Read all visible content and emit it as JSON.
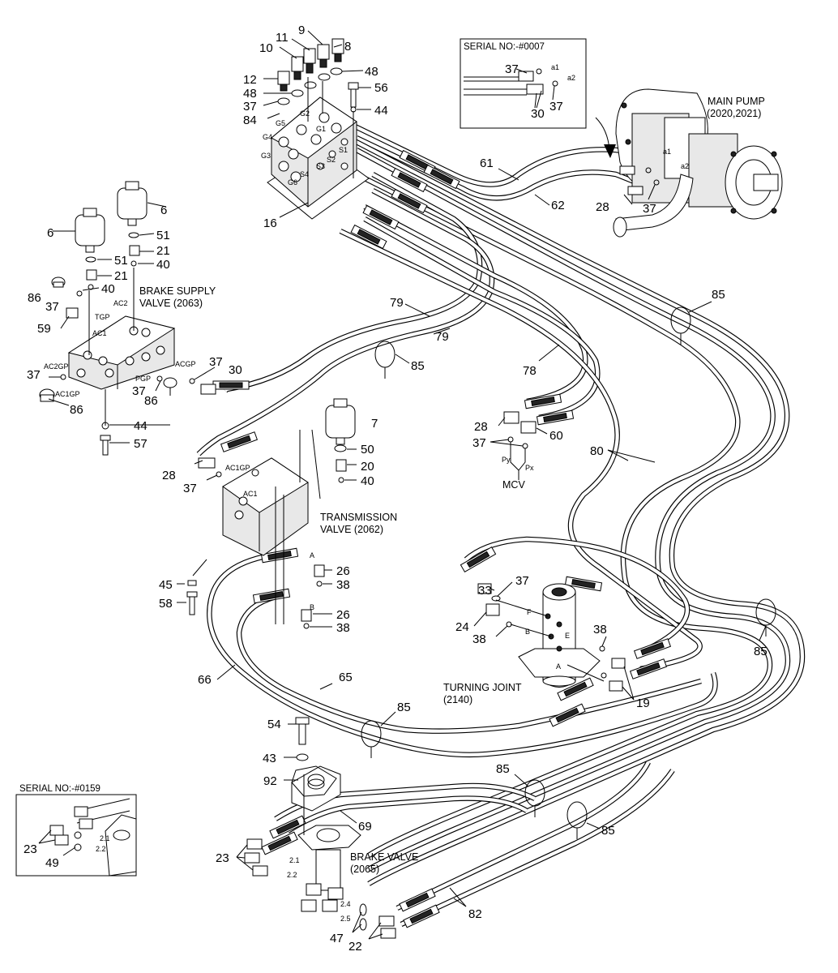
{
  "callouts": {
    "c6a": "6",
    "c6b": "6",
    "c7": "7",
    "c8": "8",
    "c9": "9",
    "c10": "10",
    "c11": "11",
    "c12": "12",
    "c16": "16",
    "c19": "19",
    "c20": "20",
    "c21a": "21",
    "c21b": "21",
    "c22": "22",
    "c23a": "23",
    "c23b": "23",
    "c24": "24",
    "c26a": "26",
    "c26b": "26",
    "c28a": "28",
    "c28b": "28",
    "c28c": "28",
    "c30a": "30",
    "c30b": "30",
    "c33": "33",
    "c37a": "37",
    "c37b": "37",
    "c37c": "37",
    "c37d": "37",
    "c37e": "37",
    "c37f": "37",
    "c37g": "37",
    "c37h": "37",
    "c37i": "37",
    "c37j": "37",
    "c37k": "37",
    "c38a": "38",
    "c38b": "38",
    "c38c": "38",
    "c38d": "38",
    "c40a": "40",
    "c40b": "40",
    "c40c": "40",
    "c43": "43",
    "c44a": "44",
    "c44b": "44",
    "c45": "45",
    "c47": "47",
    "c48a": "48",
    "c48b": "48",
    "c49": "49",
    "c50": "50",
    "c51a": "51",
    "c51b": "51",
    "c54": "54",
    "c56": "56",
    "c57": "57",
    "c58": "58",
    "c59": "59",
    "c60": "60",
    "c61": "61",
    "c62": "62",
    "c65": "65",
    "c66": "66",
    "c69": "69",
    "c78": "78",
    "c79a": "79",
    "c79b": "79",
    "c80": "80",
    "c82": "82",
    "c84": "84",
    "c85a": "85",
    "c85b": "85",
    "c85c": "85",
    "c85d": "85",
    "c85e": "85",
    "c85f": "85",
    "c86a": "86",
    "c86b": "86",
    "c86c": "86",
    "c92": "92"
  },
  "labels": {
    "main_pump_l1": "MAIN PUMP",
    "main_pump_l2": "(2020,2021)",
    "brake_supply_l1": "BRAKE SUPPLY",
    "brake_supply_l2": "VALVE (2063)",
    "transmission_l1": "TRANSMISSION",
    "transmission_l2": "VALVE (2062)",
    "turning_joint_l1": "TURNING JOINT",
    "turning_joint_l2": "(2140)",
    "brake_valve_l1": "BRAKE VALVE",
    "brake_valve_l2": "(2065)",
    "mcv": "MCV",
    "serial_top": "SERIAL NO:-#0007",
    "serial_bottom": "SERIAL NO:-#0159"
  },
  "ports": {
    "tgp": "TGP",
    "ac1": "AC1",
    "ac2": "AC2",
    "ac2gp": "AC2GP",
    "ac1gp": "AC1GP",
    "pgp": "PGP",
    "acgp": "ACGP",
    "ac1gp_t": "AC1GP",
    "ac1_t": "AC1",
    "port_a": "A",
    "port_b": "B",
    "py": "Py",
    "px": "Px",
    "tj_f": "F",
    "tj_e": "E",
    "tj_b": "B",
    "tj_a": "A",
    "g1": "G1",
    "g2": "G2",
    "g3": "G3",
    "g4": "G4",
    "g5": "G5",
    "g6": "G6",
    "s1": "S1",
    "s2": "S2",
    "s3": "S3",
    "s4": "S4",
    "a1": "a1",
    "a2": "a2",
    "a1b": "a1",
    "a2b": "a2",
    "bv_21": "2.1",
    "bv_22": "2.2",
    "bv_24": "2.4",
    "bv_25": "2.5",
    "in_21": "2.1",
    "in_22": "2.2"
  }
}
